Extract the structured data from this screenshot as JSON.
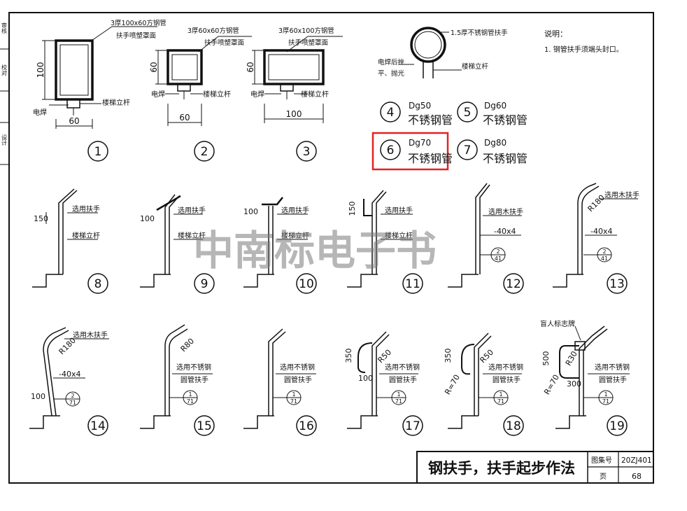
{
  "side_labels": [
    "审核",
    "校对",
    "设计"
  ],
  "sections": {
    "s1": {
      "label": "1",
      "spec": "3厚100x60方钢管",
      "note": "扶手喷塑罩面",
      "h": "100",
      "w": "60",
      "weld": "电焊",
      "post": "楼梯立杆"
    },
    "s2": {
      "label": "2",
      "spec": "3厚60x60方钢管",
      "note": "扶手喷塑罩面",
      "h": "60",
      "w": "60",
      "weld": "电焊",
      "post": "楼梯立杆"
    },
    "s3": {
      "label": "3",
      "spec": "3厚60x100方钢管",
      "note": "扶手喷塑罩面",
      "h": "60",
      "w": "100",
      "weld": "电焊",
      "post": "楼梯立杆"
    },
    "pipe": {
      "spec": "1.5厚不锈钢管扶手",
      "weld_note_1": "电焊后挫",
      "weld_note_2": "平、抛光",
      "post": "楼梯立杆"
    }
  },
  "pipe_options": [
    {
      "num": "4",
      "size": "Dg50",
      "material": "不锈钢管",
      "highlighted": false
    },
    {
      "num": "5",
      "size": "Dg60",
      "material": "不锈钢管",
      "highlighted": false
    },
    {
      "num": "6",
      "size": "Dg70",
      "material": "不锈钢管",
      "highlighted": true
    },
    {
      "num": "7",
      "size": "Dg80",
      "material": "不锈钢管",
      "highlighted": false
    }
  ],
  "notes": {
    "title": "说明：",
    "item": "1. 钢管扶手须端头封口。"
  },
  "row2": [
    {
      "num": "8",
      "dim": "150",
      "l1": "选用扶手",
      "l2": "楼梯立杆"
    },
    {
      "num": "9",
      "dim": "100",
      "l1": "选用扶手",
      "l2": "楼梯立杆"
    },
    {
      "num": "10",
      "dim": "100",
      "l1": "选用扶手",
      "l2": "楼梯立杆"
    },
    {
      "num": "11",
      "dim": "150",
      "l1": "选用扶手",
      "l2": "楼梯立杆"
    },
    {
      "num": "12",
      "l1": "选用木扶手",
      "flat": "-40x4",
      "ref_top": "2",
      "ref_bot": "41"
    },
    {
      "num": "13",
      "l1": "选用木扶手",
      "radius": "R180",
      "flat": "-40x4",
      "ref_top": "2",
      "ref_bot": "41"
    }
  ],
  "row3": [
    {
      "num": "14",
      "l1": "选用木扶手",
      "radius": "R180",
      "flat": "-40x4",
      "dim": "100",
      "ref_top": "2",
      "ref_bot": "71"
    },
    {
      "num": "15",
      "radius": "R80",
      "l1": "选用不锈钢",
      "l2": "圆管扶手",
      "ref_top": "1",
      "ref_bot": "71"
    },
    {
      "num": "16",
      "l1": "选用不锈钢",
      "l2": "圆管扶手",
      "ref_top": "1",
      "ref_bot": "71"
    },
    {
      "num": "17",
      "dim_v": "350",
      "radius": "R50",
      "dim_h": "100",
      "l1": "选用不锈钢",
      "l2": "圆管扶手",
      "ref_top": "1",
      "ref_bot": "71"
    },
    {
      "num": "18",
      "dim_v": "350",
      "radius": "R50",
      "radius2": "R=70",
      "l1": "选用不锈钢",
      "l2": "圆管扶手",
      "ref_top": "1",
      "ref_bot": "71"
    },
    {
      "num": "19",
      "top": "盲人标志牌",
      "dim_v": "500",
      "radius": "R30",
      "radius2": "R=70",
      "dim_h": "300",
      "l1": "选用不锈钢",
      "l2": "圆管扶手",
      "ref_top": "1",
      "ref_bot": "71"
    }
  ],
  "watermark": "中南标电子书",
  "title_block": {
    "title": "钢扶手，扶手起步作法",
    "atlas_label": "图集号",
    "atlas_value": "20ZJ401",
    "page_label": "页",
    "page_value": "68"
  }
}
